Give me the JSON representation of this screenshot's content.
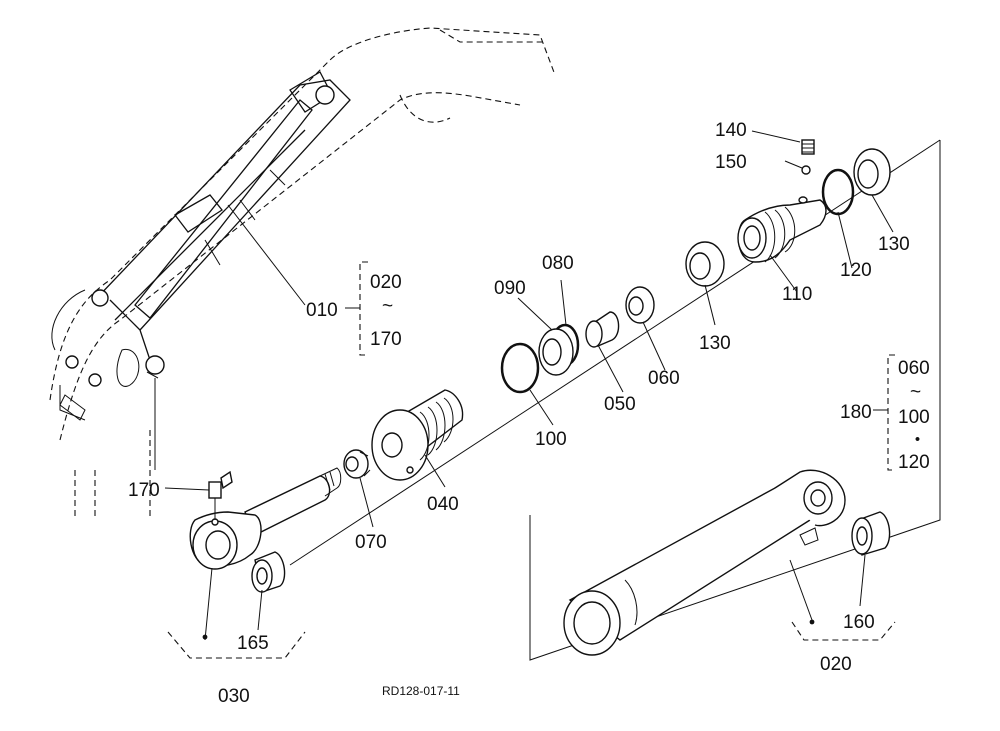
{
  "diagram": {
    "reference": "RD128-017-11",
    "part_labels": {
      "p010": "010",
      "p020a": "020",
      "p020b": "020",
      "p030": "030",
      "p040": "040",
      "p050": "050",
      "p060a": "060",
      "p060b": "060",
      "p070": "070",
      "p080": "080",
      "p090": "090",
      "p100a": "100",
      "p100b": "100",
      "p110": "110",
      "p120a": "120",
      "p120b": "120",
      "p130a": "130",
      "p130b": "130",
      "p140": "140",
      "p150": "150",
      "p160": "160",
      "p165": "165",
      "p170a": "170",
      "p170b": "170",
      "p180": "180"
    },
    "range_symbols": {
      "tilde1": "~",
      "tilde2": "~",
      "dot": "・"
    }
  }
}
